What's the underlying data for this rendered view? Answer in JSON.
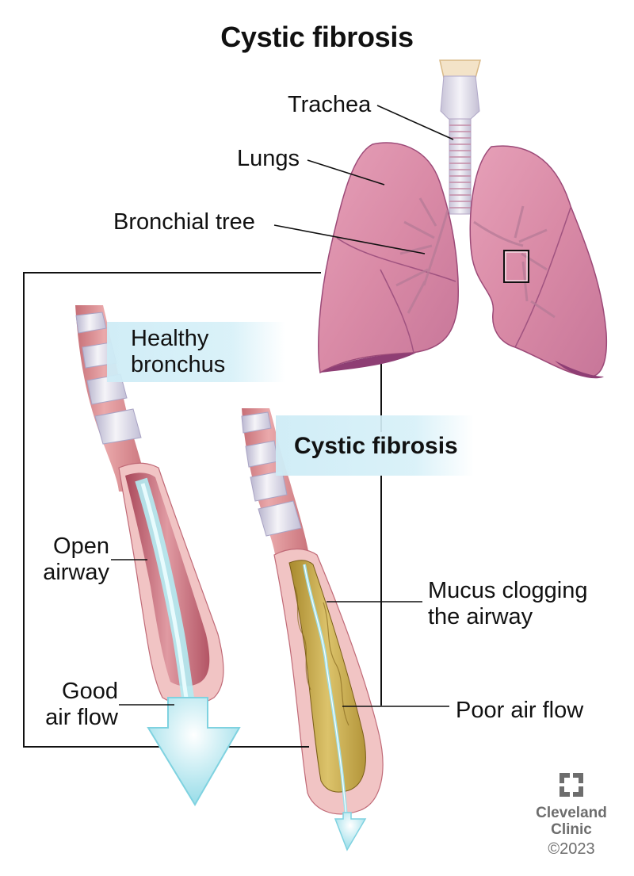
{
  "title": "Cystic fibrosis",
  "anatomy_labels": {
    "trachea": "Trachea",
    "lungs": "Lungs",
    "bronchial_tree": "Bronchial tree"
  },
  "inset": {
    "healthy": {
      "heading_line1": "Healthy",
      "heading_line2": "bronchus",
      "open_airway_line1": "Open",
      "open_airway_line2": "airway",
      "air_flow_line1": "Good",
      "air_flow_line2": "air flow"
    },
    "cf": {
      "heading": "Cystic fibrosis",
      "mucus_line1": "Mucus clogging",
      "mucus_line2": "the airway",
      "air_flow": "Poor air flow"
    }
  },
  "branding": {
    "name_line1": "Cleveland",
    "name_line2": "Clinic",
    "copyright": "©2023"
  },
  "colors": {
    "lung_pink": "#d9849f",
    "lung_dark": "#9c4a78",
    "bronchus_wall": "#e8a3a6",
    "cartilage_ring": "#e8e6ef",
    "air_blue": "#a9e6ef",
    "mucus": "#c9ae4e",
    "callout_bg": "#d3eef7",
    "logo_gray": "#6d6d6d"
  }
}
